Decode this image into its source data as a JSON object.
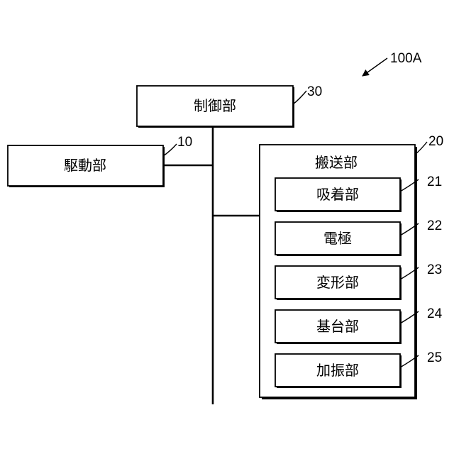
{
  "figure": {
    "device_ref": "100A",
    "control": {
      "label": "制御部",
      "ref": "30"
    },
    "drive": {
      "label": "駆動部",
      "ref": "10"
    },
    "transport": {
      "label": "搬送部",
      "ref": "20",
      "parts": [
        {
          "label": "吸着部",
          "ref": "21"
        },
        {
          "label": "電極",
          "ref": "22"
        },
        {
          "label": "変形部",
          "ref": "23"
        },
        {
          "label": "基台部",
          "ref": "24"
        },
        {
          "label": "加振部",
          "ref": "25"
        }
      ]
    }
  }
}
